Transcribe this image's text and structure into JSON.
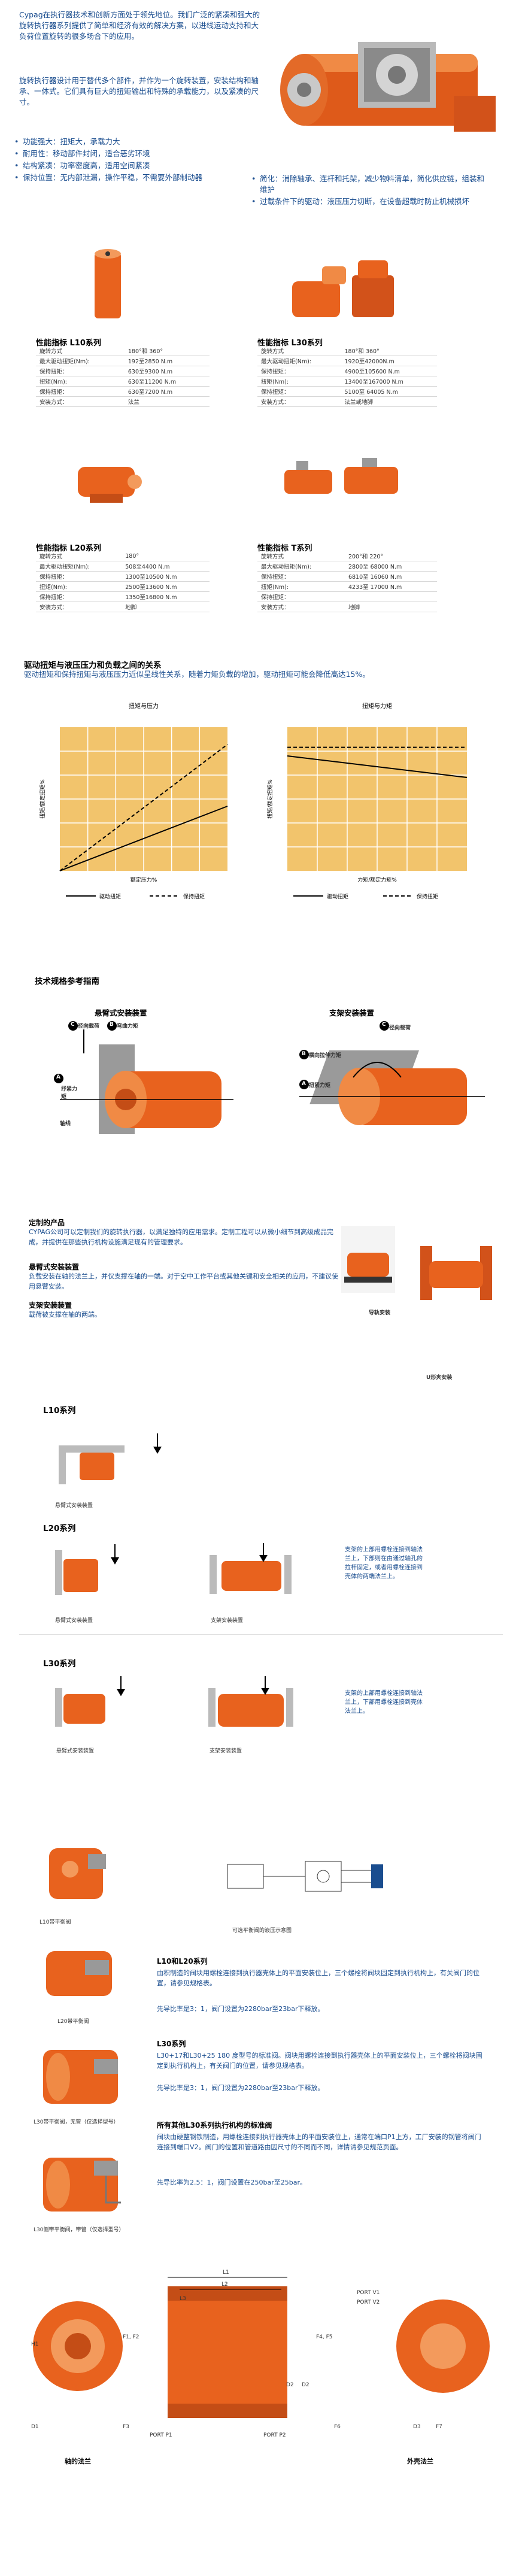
{
  "intro": {
    "para1": "Cypag在执行器技术和创新方面处于领先地位。我们广泛的紧凑和强大的旋转执行器系列提供了简单和经济有效的解决方案，以进线运动支持和大负荷位置旋转的很多场合下的应用。",
    "para2": "旋转执行器设计用于替代多个部件，并作为一个旋转装置，安装结构和轴承、一体式。它们具有巨大的扭矩输出和特殊的承载能力，以及紧凑的尺寸。"
  },
  "features_left": [
    "功能强大：扭矩大，承载力大",
    "耐用性：移动部件封闭，适合恶劣环境",
    "结构紧凑：功率密度高，适用空间紧凑",
    "保持位置：无内部泄漏，操作平稳，不需要外部制动器"
  ],
  "features_right": [
    "简化：消除轴承、连杆和托架，减少物料清单，简化供应链，组装和维护",
    "过载条件下的驱动：液压压力切断，在设备超载时防止机械损坏"
  ],
  "products": {
    "l10": {
      "title": "性能指标 L10系列",
      "rows": [
        [
          "旋转方式",
          "180°和 360°"
        ],
        [
          "最大驱动扭矩(Nm):",
          "192至2850 N.m"
        ],
        [
          "保持扭矩：",
          "630至9300 N.m"
        ],
        [
          "扭矩(Nm):",
          "630至11200 N.m"
        ],
        [
          "保持扭矩：",
          "630至7200 N.m"
        ],
        [
          "安装方式：",
          "法兰"
        ]
      ]
    },
    "l30": {
      "title": "性能指标 L30系列",
      "rows": [
        [
          "旋转方式",
          "180°和 360°"
        ],
        [
          "最大驱动扭矩(Nm):",
          "1920至42000N.m"
        ],
        [
          "保持扭矩：",
          "4900至105600 N.m"
        ],
        [
          "扭矩(Nm):",
          "13400至167000 N.m"
        ],
        [
          "保持扭矩：",
          "5100至 64005 N.m"
        ],
        [
          "安装方式：",
          "法兰或地脚"
        ]
      ]
    },
    "l20": {
      "title": "性能指标 L20系列",
      "rows": [
        [
          "旋转方式",
          "180°"
        ],
        [
          "最大驱动扭矩(Nm):",
          "508至4400 N.m"
        ],
        [
          "保持扭矩：",
          "1300至10500 N.m"
        ],
        [
          "扭矩(Nm):",
          "2500至13600 N.m"
        ],
        [
          "保持扭矩：",
          "1350至16800 N.m"
        ],
        [
          "安装方式：",
          "地脚"
        ]
      ]
    },
    "t": {
      "title": "性能指标 T系列",
      "rows": [
        [
          "旋转方式",
          "200°和 220°"
        ],
        [
          "最大驱动扭矩(Nm):",
          "2800至 68000 N.m"
        ],
        [
          "保持扭矩：",
          "6810至 16060 N.m"
        ],
        [
          "扭矩(Nm):",
          "4233至 17000 N.m"
        ],
        [
          "保持扭矩：",
          ""
        ],
        [
          "安装方式：",
          "地脚"
        ]
      ]
    }
  },
  "relation": {
    "title": "驱动扭矩与液压压力和负载之间的关系",
    "text": "驱动扭矩和保持扭矩与液压压力近似呈线性关系，随着力矩负载的增加，驱动扭矩可能会降低高达15%。"
  },
  "chart_data": [
    {
      "type": "line",
      "title": "扭矩与压力",
      "xlabel": "额定压力%",
      "ylabel": "扭矩/额定扭矩%",
      "x": [
        0,
        100
      ],
      "series": [
        {
          "name": "驱动扭矩",
          "values": [
            0,
            45
          ],
          "style": "solid"
        },
        {
          "name": "保持扭矩",
          "values": [
            0,
            88
          ],
          "style": "dashed"
        }
      ]
    },
    {
      "type": "line",
      "title": "扭矩与力矩",
      "xlabel": "力矩/额定力矩%",
      "ylabel": "扭矩/额定扭矩%",
      "x": [
        0,
        100
      ],
      "series": [
        {
          "name": "驱动扭矩",
          "values": [
            80,
            65
          ],
          "style": "solid"
        },
        {
          "name": "保持扭矩",
          "values": [
            86,
            86
          ],
          "style": "dashed"
        }
      ]
    }
  ],
  "guide": {
    "title": "技术规格参考指南",
    "left_title": "悬臂式安装装置",
    "right_title": "支架安装装置",
    "labels_left": {
      "c": "C",
      "c_text": "径向载荷",
      "b": "B",
      "b_text": "弯曲力矩",
      "a": "A",
      "a_text": "抒紧力矩",
      "axis": "轴线"
    },
    "labels_right": {
      "c": "C",
      "c_text": "径向载荷",
      "b": "B",
      "b_text": "横向拉伸力矩",
      "a": "A",
      "a_text": "扭紧力矩"
    }
  },
  "custom": {
    "title": "定制的产品",
    "text": "CYPAG公司可以定制我们的旋转执行器，以满足独特的应用需求。定制工程可以从微小细节到高级成品完成，并提供在那些执行机构设施满足现有的管理要求。",
    "cantilever_title": "悬臂式安装装置",
    "cantilever_text": "负载安装在轴的法兰上，并仅支撑在轴的一端。对于空中工作平台或其他关键和安全相关的应用，不建议使用悬臂安装。",
    "bracket_title": "支架安装装置",
    "bracket_text": "载荷被支撑在轴的两端。",
    "img_label1": "导轨安装",
    "img_label2": "U形夹安装"
  },
  "series_l10": {
    "title": "L10系列",
    "cap": "悬臂式安装装置"
  },
  "series_l20": {
    "title": "L20系列",
    "cap1": "悬臂式安装装置",
    "cap2": "支架安装装置",
    "note": "支架的上部用螺栓连接到轴法兰上，下部则在由通过轴孔的拉杆固定，或者用螺栓连接到壳体的两端法兰上。"
  },
  "series_l30": {
    "title": "L30系列",
    "cap1": "悬臂式安装装置",
    "cap2": "支架安装装置",
    "note": "支架的上部用螺栓连接到轴法兰上，下部用螺栓连接到壳体法兰上。"
  },
  "valves": {
    "img1": "L10带平衡阀",
    "img2": "L20带平衡阀",
    "img3": "L30带平衡阀，无管（仅选择型号）",
    "img4": "L30侧带平衡阀，带管（仅选择型号）",
    "diagram_caption": "可选平衡阀的液压示意图",
    "sec1_title": "L10和L20系列",
    "sec1_text": "由积制造的阀块用螺栓连接到执行器壳体上的平面安装位上，三个螺栓将阀块固定到执行机构上，有关阀门的位置，请参见规格表。",
    "sec1_pressure": "先导比率是3：1，阀门设置为2280bar至23bar下释放。",
    "sec2_title": "L30系列",
    "sec2_text": "L30+17和L30+25 180 度型号的标准阀。阀块用螺栓连接到执行器壳体上的平面安装位上，三个螺栓将阀块固定到执行机构上，有关阀门的位置，请参见规格表。",
    "sec2_pressure": "先导比率是3：1，阀门设置为2280bar至23bar下释放。",
    "sec3_title": "所有其他L30系列执行机构的标准阀",
    "sec3_text": "阀块由硬整钢铁制造，用螺栓连接到执行器壳体上的平面安装位上，通常在端口P1上方，工厂安装的钢管将阀门连接到端口V2。阀门的位置和管道路由因尺寸的不同而不同，详情请参见规范页面。",
    "sec3_pressure": "先导比率为2.5：1，阀门设置在250bar至25bar。"
  },
  "dims": {
    "labels": {
      "l1": "L1",
      "l2": "L2",
      "l3": "L3",
      "h1": "H1",
      "d1": "D1",
      "d2": "D2",
      "f1f2": "F1, F2",
      "f3": "F3",
      "f4f5": "F4, F5",
      "f6": "F6",
      "d3": "D3",
      "f7": "F7",
      "port_p1": "PORT P1",
      "port_p2": "PORT P2",
      "port_v1": "PORT V1",
      "port_v2": "PORT V2",
      "ruler_d2": "D2"
    },
    "cap_left": "轴的法兰",
    "cap_right": "外壳法兰"
  },
  "colors": {
    "brand_orange": "#e8621e",
    "text_blue": "#1a4d8f",
    "chart_bg": "#f2c46c"
  }
}
